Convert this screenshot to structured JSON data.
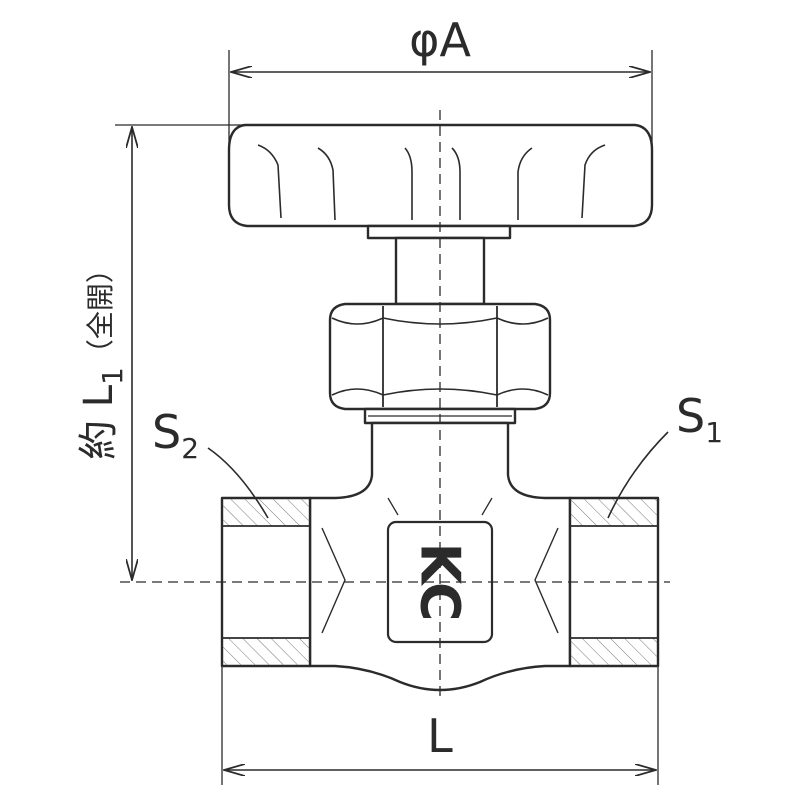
{
  "labels": {
    "diameter_A": "φA",
    "length_L": "L",
    "height_L1_prefix": "約 ",
    "height_L1_letter": "L",
    "height_L1_sub": "1",
    "height_L1_note": "（全開）",
    "port_S2_letter": "S",
    "port_S2_sub": "2",
    "port_S1_letter": "S",
    "port_S1_sub": "1"
  },
  "logo_text": "KC",
  "colors": {
    "line": "#2b2b2b",
    "fill": "#ffffff",
    "hatch": "#555555"
  }
}
